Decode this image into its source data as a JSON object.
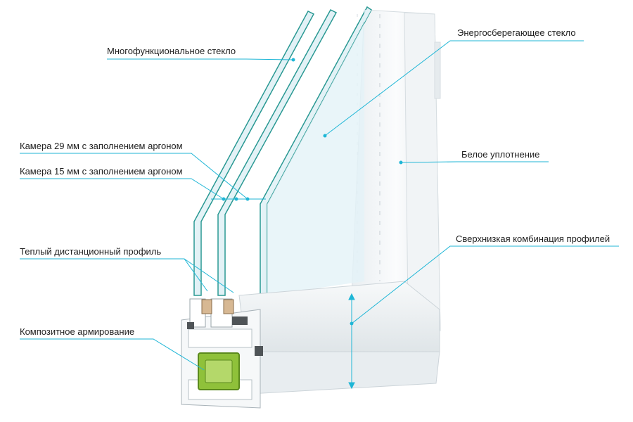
{
  "labels": {
    "multifunctional_glass": "Многофункциональное стекло",
    "energy_saving_glass": "Энергосберегающее стекло",
    "chamber_29": "Камера 29 мм с заполнением аргоном",
    "chamber_15": "Камера 15 мм с заполнением аргоном",
    "white_seal": "Белое уплотнение",
    "warm_spacer": "Теплый дистанционный профиль",
    "ultra_low_profile": "Сверхнизкая комбинация профилей",
    "composite_reinforcement": "Композитное армирование"
  },
  "colors": {
    "callout": "#1fb6d6",
    "glass_edge": "#138e88",
    "glass_fill": "#dff1f6",
    "frame": "#f4f6f7",
    "reinforcement": "#8fc13a"
  }
}
